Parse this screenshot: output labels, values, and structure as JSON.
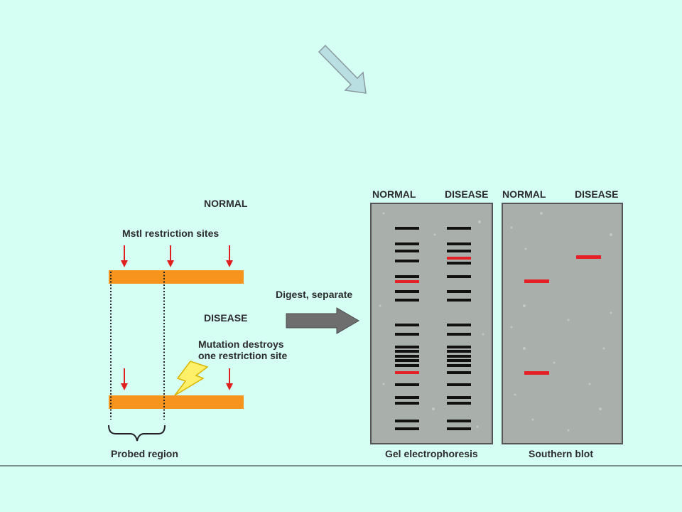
{
  "colors": {
    "background": "#d6fff3",
    "dna_bar": "#f7941d",
    "site_arrow": "#e0201f",
    "gel_panel": "#a9b0ab",
    "band_black": "#111111",
    "band_red": "#e41f25",
    "process_arrow": "#6e6e6e",
    "pointer_arrow": "#b9dfe3"
  },
  "icons": [
    "pointer-arrow-icon",
    "restriction-site-arrow-icon",
    "lightning-bolt-icon",
    "process-arrow-icon",
    "brace-icon"
  ],
  "diagram": {
    "normal_label": "NORMAL",
    "restriction_sites_label": "Mstl restriction sites",
    "disease_label": "DISEASE",
    "mutation_note": "Mutation destroys\none restriction site",
    "probed_region_label": "Probed region",
    "process_label": "Digest, separate"
  },
  "gel": {
    "caption": "Gel electrophoresis",
    "lane_labels": [
      "NORMAL",
      "DISEASE"
    ]
  },
  "blot": {
    "caption": "Southern blot",
    "lane_labels": [
      "NORMAL",
      "DISEASE"
    ]
  }
}
